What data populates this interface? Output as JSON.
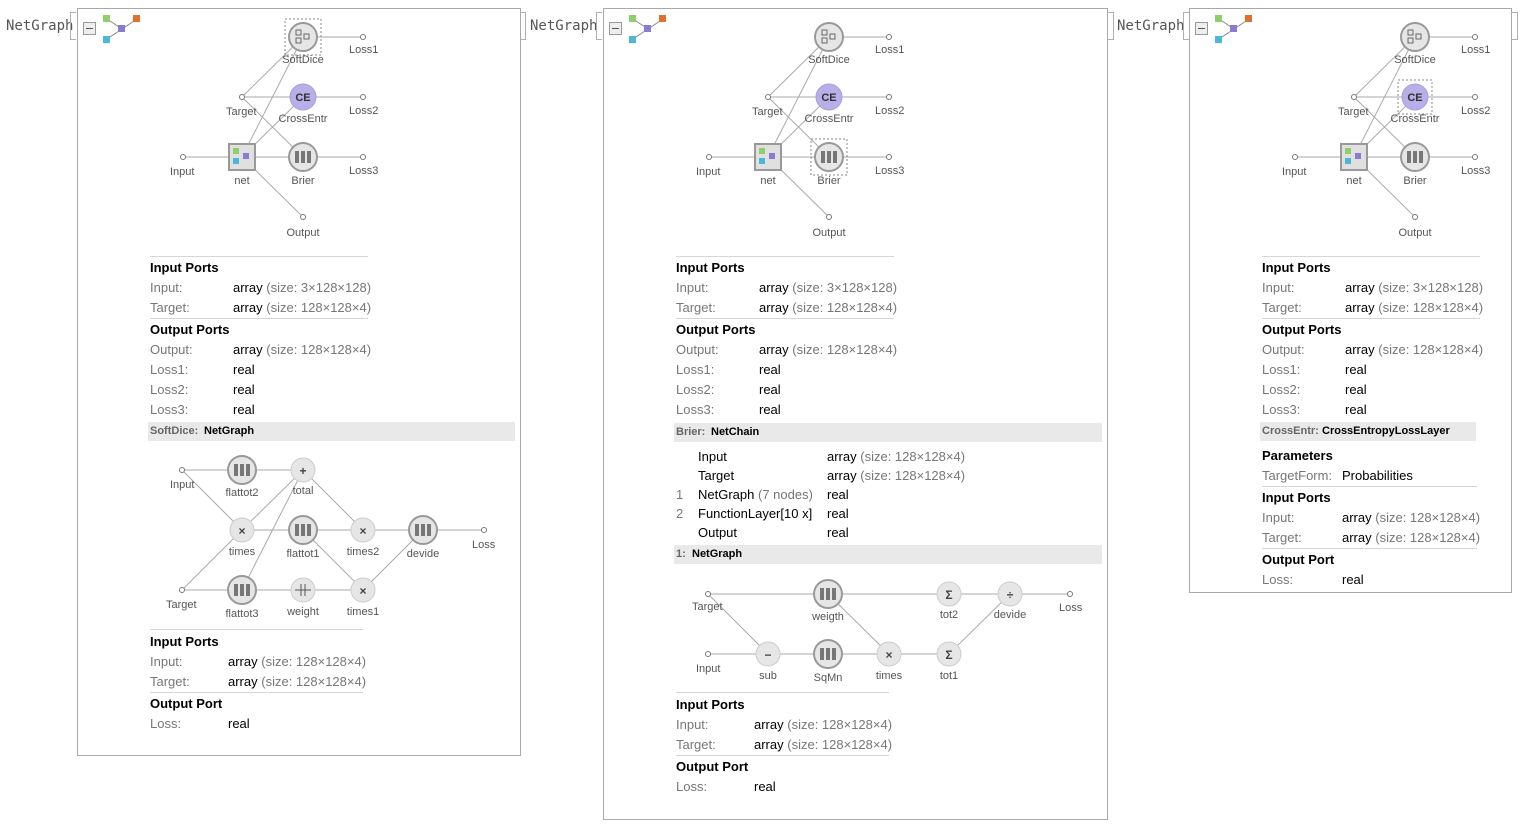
{
  "net_graph_label": "NetGraph",
  "panels": [
    {
      "graph": {
        "nodes": {
          "softdice": "SoftDice",
          "loss1": "Loss1",
          "target": "Target",
          "crossentr": "CrossEntr",
          "ce_symbol": "CE",
          "loss2": "Loss2",
          "input": "Input",
          "net": "net",
          "brier": "Brier",
          "loss3": "Loss3",
          "output": "Output"
        },
        "selected": "SoftDice"
      },
      "input_ports": {
        "heading": "Input Ports",
        "rows": [
          {
            "label": "Input:",
            "type": "array",
            "size": "(size: 3×128×128)"
          },
          {
            "label": "Target:",
            "type": "array",
            "size": "(size: 128×128×4)"
          }
        ]
      },
      "output_ports": {
        "heading": "Output Ports",
        "rows": [
          {
            "label": "Output:",
            "type": "array",
            "size": "(size: 128×128×4)"
          },
          {
            "label": "Loss1:",
            "type": "real"
          },
          {
            "label": "Loss2:",
            "type": "real"
          },
          {
            "label": "Loss3:",
            "type": "real"
          }
        ]
      },
      "section": {
        "key": "SoftDice:",
        "value": "NetGraph"
      },
      "subgraph": {
        "nodes": {
          "input": "Input",
          "flattot2": "flattot2",
          "plus_symbol": "+",
          "total": "total",
          "times_symbol": "×",
          "times": "times",
          "flattot1": "flattot1",
          "times2": "times2",
          "devide": "devide",
          "loss": "Loss",
          "target": "Target",
          "flattot3": "flattot3",
          "weight": "weight",
          "times1": "times1"
        }
      },
      "sub_input_ports": {
        "heading": "Input Ports",
        "rows": [
          {
            "label": "Input:",
            "type": "array",
            "size": "(size: 128×128×4)"
          },
          {
            "label": "Target:",
            "type": "array",
            "size": "(size: 128×128×4)"
          }
        ]
      },
      "sub_output_port": {
        "heading": "Output Port",
        "rows": [
          {
            "label": "Loss:",
            "type": "real"
          }
        ]
      }
    },
    {
      "graph": {
        "nodes": {
          "softdice": "SoftDice",
          "loss1": "Loss1",
          "target": "Target",
          "crossentr": "CrossEntr",
          "ce_symbol": "CE",
          "loss2": "Loss2",
          "input": "Input",
          "net": "net",
          "brier": "Brier",
          "loss3": "Loss3",
          "output": "Output"
        },
        "selected": "Brier"
      },
      "input_ports": {
        "heading": "Input Ports",
        "rows": [
          {
            "label": "Input:",
            "type": "array",
            "size": "(size: 3×128×128)"
          },
          {
            "label": "Target:",
            "type": "array",
            "size": "(size: 128×128×4)"
          }
        ]
      },
      "output_ports": {
        "heading": "Output Ports",
        "rows": [
          {
            "label": "Output:",
            "type": "array",
            "size": "(size: 128×128×4)"
          },
          {
            "label": "Loss1:",
            "type": "real"
          },
          {
            "label": "Loss2:",
            "type": "real"
          },
          {
            "label": "Loss3:",
            "type": "real"
          }
        ]
      },
      "section": {
        "key": "Brier:",
        "value": "NetChain"
      },
      "chain_table": [
        {
          "index": "",
          "name": "Input",
          "note": "",
          "type": "array",
          "size": "(size: 128×128×4)"
        },
        {
          "index": "",
          "name": "Target",
          "note": "",
          "type": "array",
          "size": "(size: 128×128×4)"
        },
        {
          "index": "1",
          "name": "NetGraph",
          "note": "(7 nodes)",
          "type": "real",
          "size": ""
        },
        {
          "index": "2",
          "name": "FunctionLayer[10 x]",
          "note": "",
          "type": "real",
          "size": ""
        },
        {
          "index": "",
          "name": "Output",
          "note": "",
          "type": "real",
          "size": ""
        }
      ],
      "section2": {
        "key": "1:",
        "value": "NetGraph"
      },
      "subgraph": {
        "nodes": {
          "target": "Target",
          "weigth": "weigth",
          "sigma": "Σ",
          "tot2": "tot2",
          "div_symbol": "÷",
          "devide": "devide",
          "loss": "Loss",
          "input": "Input",
          "minus_symbol": "−",
          "sub": "sub",
          "sqmn": "SqMn",
          "times_symbol": "×",
          "times": "times",
          "tot1": "tot1"
        }
      },
      "sub_input_ports": {
        "heading": "Input Ports",
        "rows": [
          {
            "label": "Input:",
            "type": "array",
            "size": "(size: 128×128×4)"
          },
          {
            "label": "Target:",
            "type": "array",
            "size": "(size: 128×128×4)"
          }
        ]
      },
      "sub_output_port": {
        "heading": "Output Port",
        "rows": [
          {
            "label": "Loss:",
            "type": "real"
          }
        ]
      }
    },
    {
      "graph": {
        "nodes": {
          "softdice": "SoftDice",
          "loss1": "Loss1",
          "target": "Target",
          "crossentr": "CrossEntr",
          "ce_symbol": "CE",
          "loss2": "Loss2",
          "input": "Input",
          "net": "net",
          "brier": "Brier",
          "loss3": "Loss3",
          "output": "Output"
        },
        "selected": "CrossEntr"
      },
      "input_ports": {
        "heading": "Input Ports",
        "rows": [
          {
            "label": "Input:",
            "type": "array",
            "size": "(size: 3×128×128)"
          },
          {
            "label": "Target:",
            "type": "array",
            "size": "(size: 128×128×4)"
          }
        ]
      },
      "output_ports": {
        "heading": "Output Ports",
        "rows": [
          {
            "label": "Output:",
            "type": "array",
            "size": "(size: 128×128×4)"
          },
          {
            "label": "Loss1:",
            "type": "real"
          },
          {
            "label": "Loss2:",
            "type": "real"
          },
          {
            "label": "Loss3:",
            "type": "real"
          }
        ]
      },
      "section": {
        "key": "CrossEntr:",
        "value": "CrossEntropyLossLayer"
      },
      "parameters": {
        "heading": "Parameters",
        "rows": [
          {
            "label": "TargetForm:",
            "value": "Probabilities"
          }
        ]
      },
      "sub_input_ports": {
        "heading": "Input Ports",
        "rows": [
          {
            "label": "Input:",
            "type": "array",
            "size": "(size: 128×128×4)"
          },
          {
            "label": "Target:",
            "type": "array",
            "size": "(size: 128×128×4)"
          }
        ]
      },
      "sub_output_port": {
        "heading": "Output Port",
        "rows": [
          {
            "label": "Loss:",
            "type": "real"
          }
        ]
      }
    }
  ],
  "colors": {
    "green": "#8fcf6a",
    "purple": "#8c7bd4",
    "orange": "#e07030",
    "cyan": "#4bb8d6",
    "ce_fill": "#b8aee8"
  }
}
